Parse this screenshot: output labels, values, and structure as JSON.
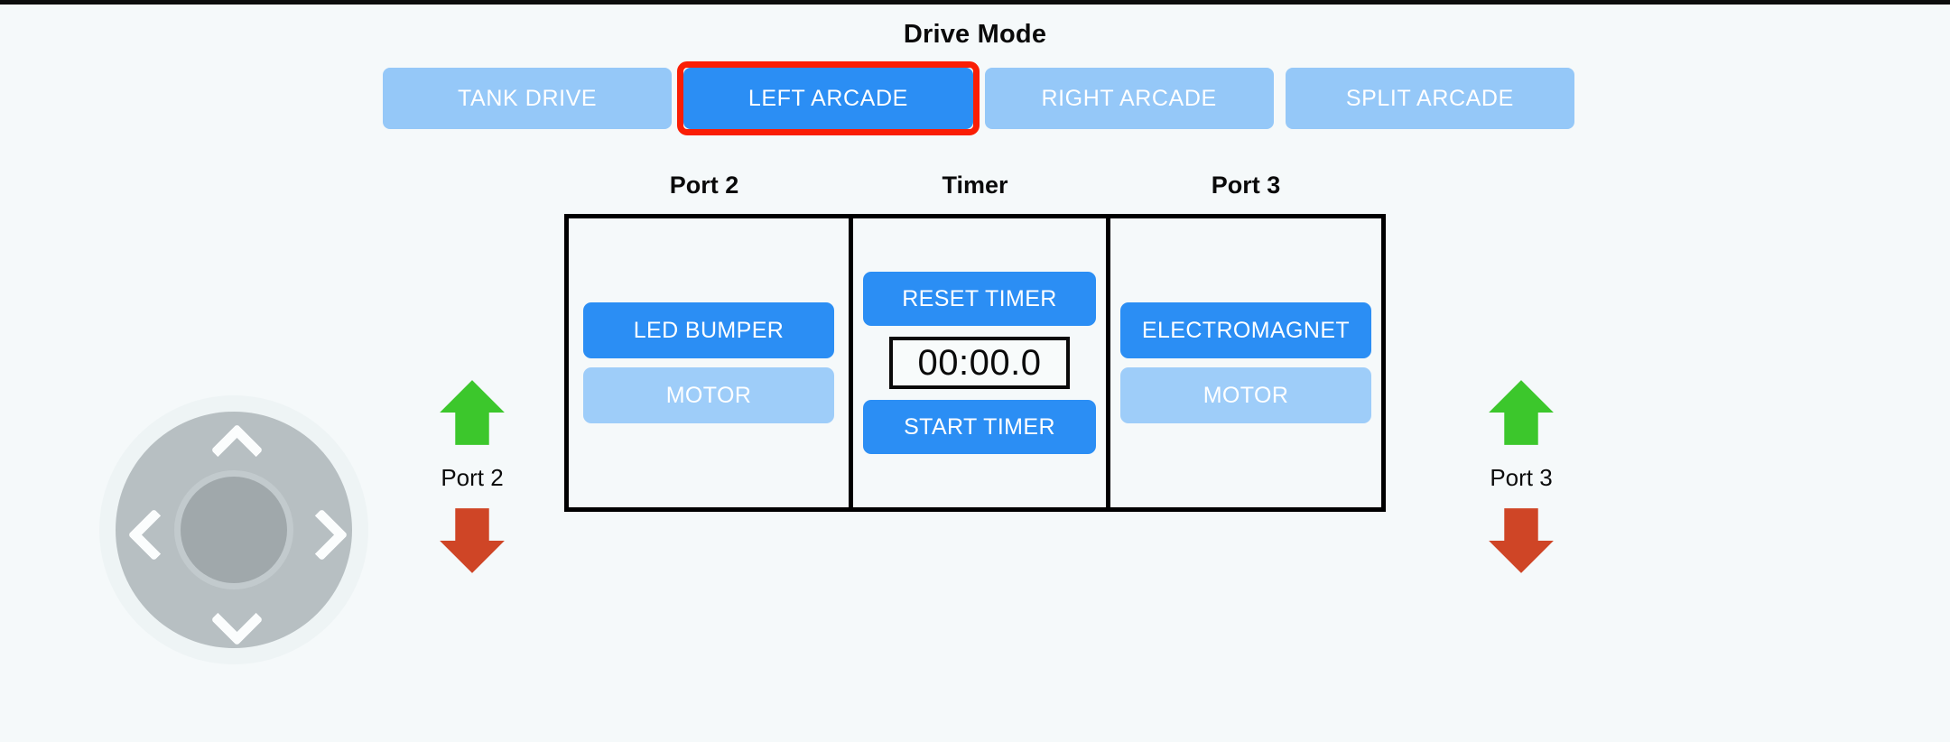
{
  "header": {
    "title": "Drive Mode"
  },
  "drive_modes": {
    "options": [
      {
        "label": "TANK DRIVE",
        "selected": false,
        "highlighted": false
      },
      {
        "label": "LEFT ARCADE",
        "selected": true,
        "highlighted": true
      },
      {
        "label": "RIGHT ARCADE",
        "selected": false,
        "highlighted": false
      },
      {
        "label": "SPLIT ARCADE",
        "selected": false,
        "highlighted": false
      }
    ],
    "selected_label": "LEFT ARCADE"
  },
  "panels": {
    "port2": {
      "heading": "Port 2",
      "buttons": [
        {
          "label": "LED BUMPER",
          "state": "active"
        },
        {
          "label": "MOTOR",
          "state": "inactive"
        }
      ]
    },
    "timer": {
      "heading": "Timer",
      "reset_label": "RESET TIMER",
      "display_value": "00:00.0",
      "start_label": "START TIMER"
    },
    "port3": {
      "heading": "Port 3",
      "buttons": [
        {
          "label": "ELECTROMAGNET",
          "state": "active"
        },
        {
          "label": "MOTOR",
          "state": "inactive"
        }
      ]
    }
  },
  "dpad": {
    "name": "directional-pad",
    "directions": [
      "up",
      "right",
      "down",
      "left"
    ]
  },
  "port_controls": {
    "left": {
      "label": "Port 2",
      "up_icon": "green-up-arrow",
      "down_icon": "red-down-arrow"
    },
    "right": {
      "label": "Port 3",
      "up_icon": "green-up-arrow",
      "down_icon": "red-down-arrow"
    }
  },
  "colors": {
    "background": "#f5f9fa",
    "accent_active": "#2b8ef4",
    "accent_inactive": "#9ecdf9",
    "highlight_border": "#fa1e05",
    "arrow_up": "#3cc72c",
    "arrow_down": "#cf4526",
    "text_dark": "#0a0a0a",
    "panel_border": "#000000",
    "dpad_ring": "#b7bfc2",
    "dpad_center": "#a0a8ab"
  }
}
